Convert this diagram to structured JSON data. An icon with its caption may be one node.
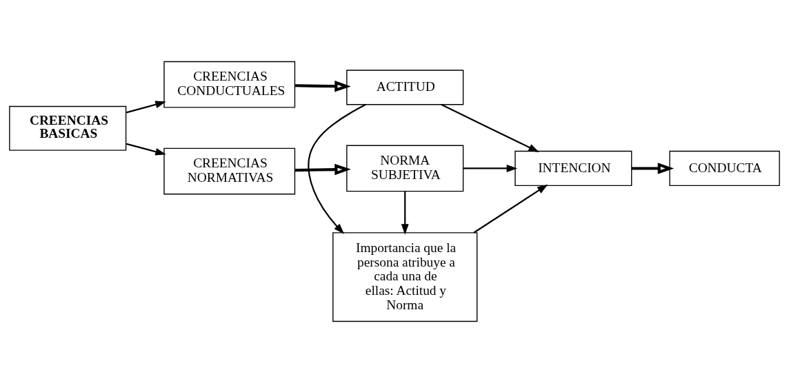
{
  "diagram": {
    "nodes": [
      {
        "text": [
          "CREENCIAS CONDUCTUALES"
        ]
      },
      {
        "text": [
          "ACTITUD"
        ]
      },
      {
        "text": [
          "CREENCIAS BASICAS"
        ]
      },
      {
        "text": [
          "Importancia que la persona atribuye a cada una de ellas: Actitud y Norma"
        ]
      },
      {
        "text": [
          "INTENCION"
        ]
      },
      {
        "text": [
          "CONDUCTA"
        ]
      },
      {
        "text": [
          "CREENCIAS NORMATIVAS"
        ]
      },
      {
        "text": [
          "NORMA SUBJETIVA"
        ]
      }
    ],
    "edges": [
      {
        "from": 2,
        "to": 0,
        "arrow": "to"
      },
      {
        "from": 2,
        "to": 6,
        "arrow": "to"
      },
      {
        "from": 0,
        "to": 1,
        "arrow": "to",
        "style": "thick"
      },
      {
        "from": 1,
        "to": 3,
        "arrow": "to"
      },
      {
        "from": 1,
        "to": 4,
        "arrow": "to"
      },
      {
        "from": 3,
        "to": 4,
        "arrow": "to"
      },
      {
        "from": 7,
        "to": 3,
        "arrow": "to"
      },
      {
        "from": 7,
        "to": 4,
        "arrow": "to"
      },
      {
        "from": 6,
        "to": 7,
        "arrow": "to",
        "style": "thick"
      },
      {
        "from": 4,
        "to": 5,
        "arrow": "to",
        "style": "thick"
      }
    ]
  }
}
